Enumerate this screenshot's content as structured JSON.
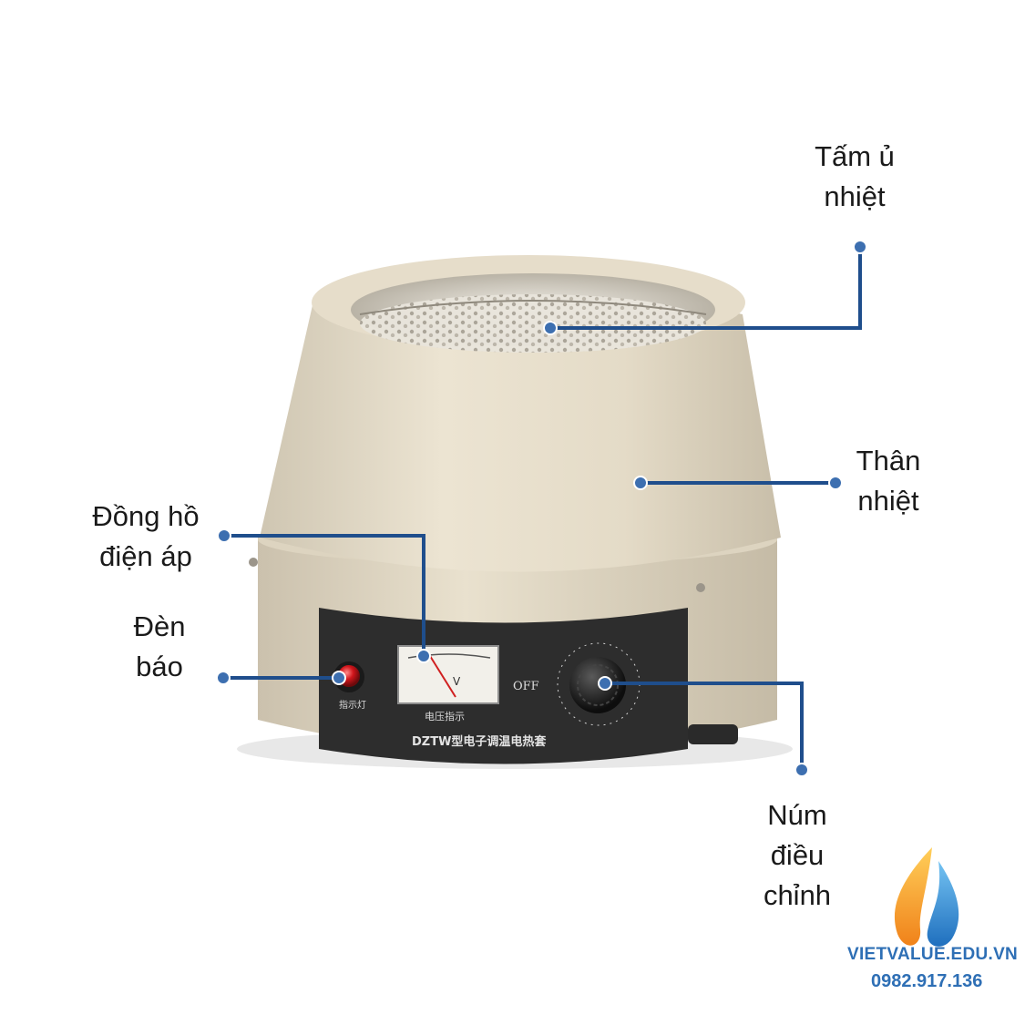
{
  "callouts": {
    "heating_plate": [
      "Tấm ủ",
      "nhiệt"
    ],
    "body": [
      "Thân",
      "nhiệt"
    ],
    "voltmeter": [
      "Đồng hồ",
      "điện áp"
    ],
    "indicator_lamp": [
      "Đèn",
      "báo"
    ],
    "control_knob": [
      "Núm",
      "điều",
      "chỉnh"
    ]
  },
  "device": {
    "model_label": "DZTW型电子调温电热套",
    "lamp_label": "指示灯",
    "meter_label": "电压指示",
    "meter_unit": "V",
    "knob_off_label": "OFF"
  },
  "brand": {
    "name": "VIETVALUE.EDU.VN",
    "phone": "0982.917.136"
  },
  "colors": {
    "callout_line": "#1f4e8c",
    "body": "#e6ddca",
    "panel": "#2b2b2b",
    "brand": "#2e6fb5",
    "flame_orange": "#f39a1e",
    "flame_blue": "#2d8fd6"
  }
}
